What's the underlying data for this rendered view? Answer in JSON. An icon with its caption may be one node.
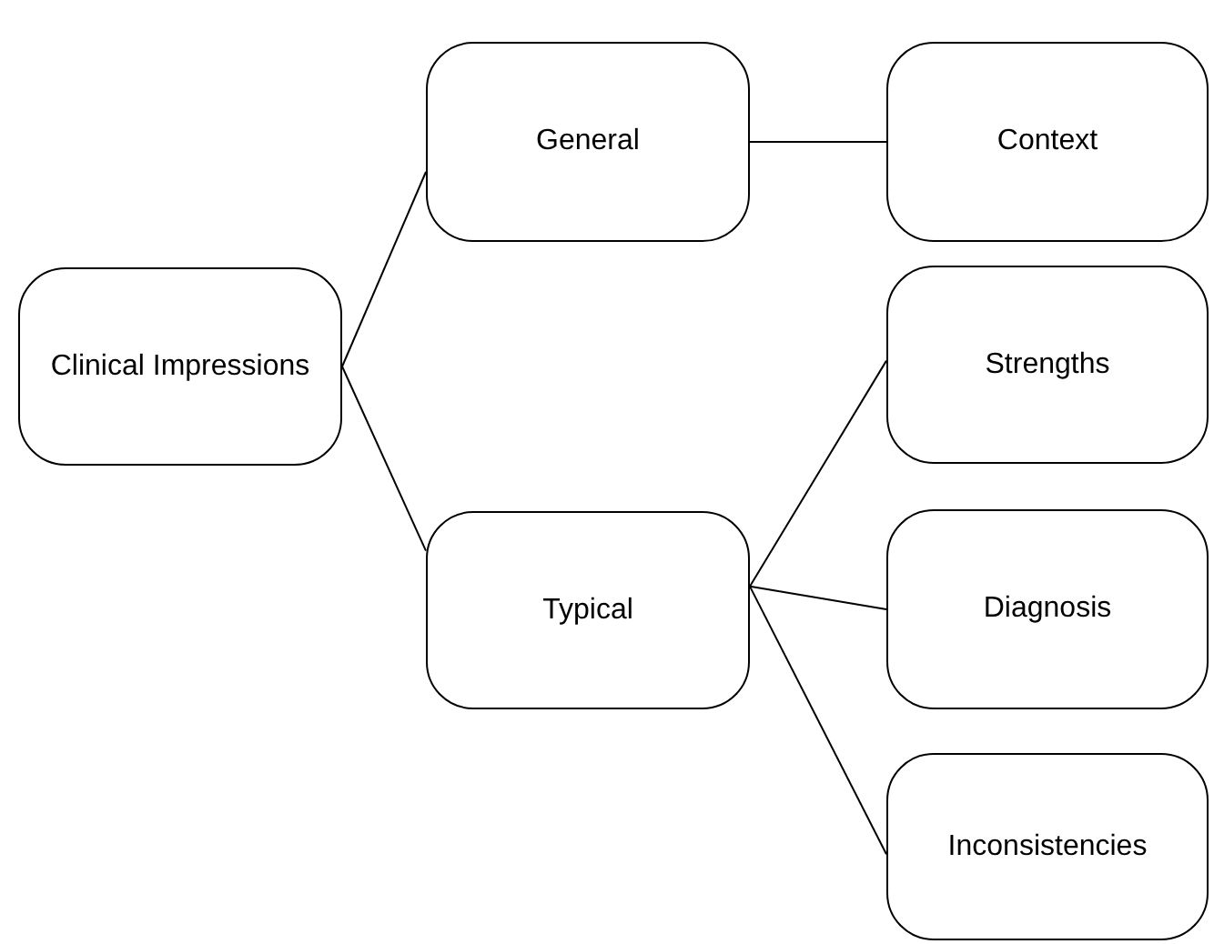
{
  "diagram": {
    "nodes": [
      {
        "text": [
          "Clinical Impressions"
        ]
      },
      {
        "text": [
          "General"
        ]
      },
      {
        "text": [
          "Context"
        ]
      },
      {
        "text": [
          "Typical"
        ]
      },
      {
        "text": [
          "Strengths"
        ]
      },
      {
        "text": [
          "Diagnosis"
        ]
      },
      {
        "text": [
          "Inconsistencies"
        ]
      }
    ],
    "edges": [
      {
        "from": 0,
        "to": 1,
        "arrow": "none"
      },
      {
        "from": 0,
        "to": 3,
        "arrow": "none"
      },
      {
        "from": 1,
        "to": 2,
        "arrow": "none"
      },
      {
        "from": 3,
        "to": 4,
        "arrow": "none"
      },
      {
        "from": 3,
        "to": 5,
        "arrow": "none"
      },
      {
        "from": 3,
        "to": 6,
        "arrow": "none"
      }
    ]
  }
}
